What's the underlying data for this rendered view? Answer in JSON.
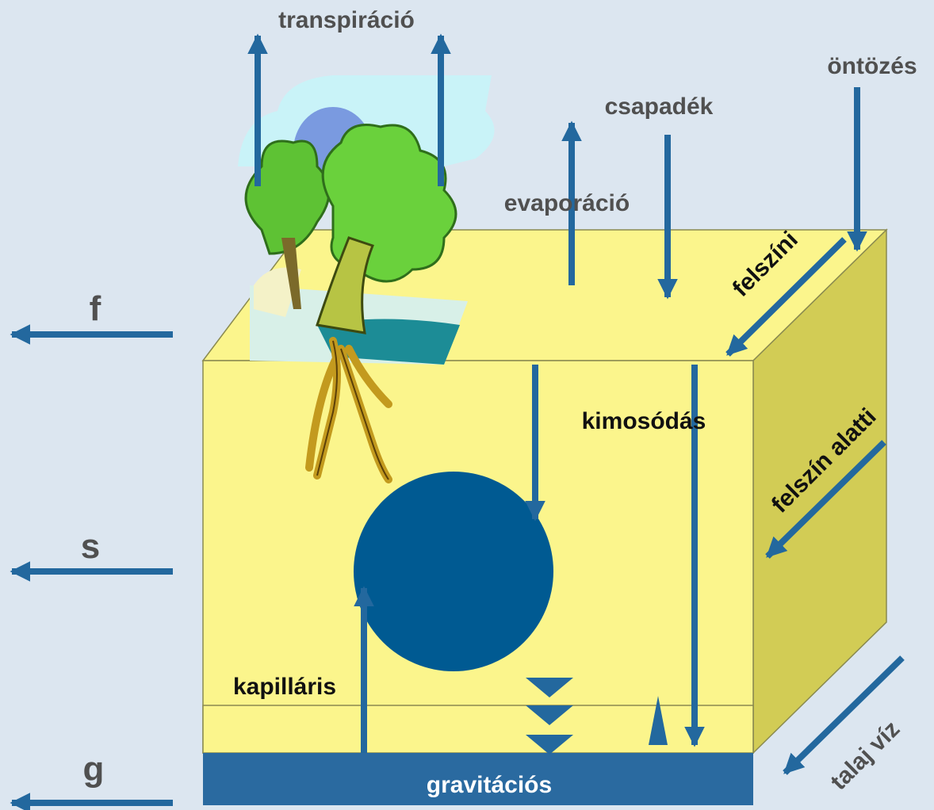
{
  "labels": {
    "transpiracio": "transpiráció",
    "ontozes": "öntözés",
    "csapadek": "csapadék",
    "evaporacio": "evaporáció",
    "felszini": "felszíni",
    "kimosodas": "kimosódás",
    "felszin_alatti": "felszín alatti",
    "kapillaris": "kapilláris",
    "talaj_viz": "talaj víz",
    "gravitacios": "gravitációs",
    "f": "f",
    "s": "s",
    "g": "g"
  },
  "colors": {
    "background": "#dce6f0",
    "soil_front": "#fbf58c",
    "soil_top": "#fbf58c",
    "soil_side": "#d2cc55",
    "arrow": "#23689e",
    "water_circle": "#005a92",
    "gravitational_band": "#2a6aa0"
  },
  "icons": [
    "tree-clipart"
  ]
}
